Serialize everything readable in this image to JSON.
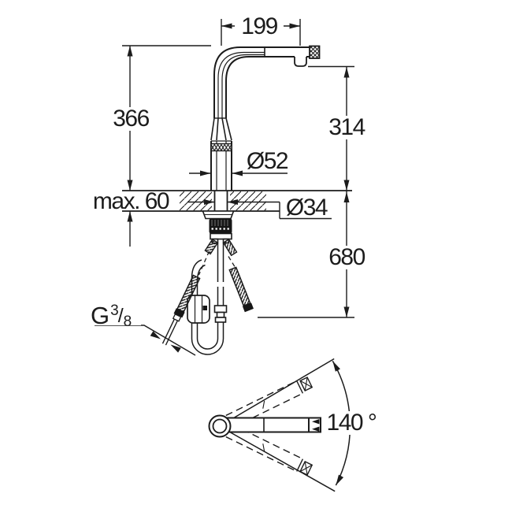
{
  "drawing": {
    "type": "technical installation drawing, pull-out kitchen faucet",
    "colors": {
      "background": "#ffffff",
      "line": "#1c1c1c"
    },
    "front_view": {
      "spout_projection": "199",
      "spout_height": "366",
      "outlet_clearance": "314",
      "body_diameter": "Ø52",
      "deck_thickness": "max. 60",
      "hole_diameter": "Ø34",
      "hose_drop": "680",
      "supply_thread": {
        "prefix": "G",
        "numerator": "3",
        "slash": "/",
        "denominator": "8"
      }
    },
    "top_view": {
      "swivel_angle": "140 °"
    }
  }
}
